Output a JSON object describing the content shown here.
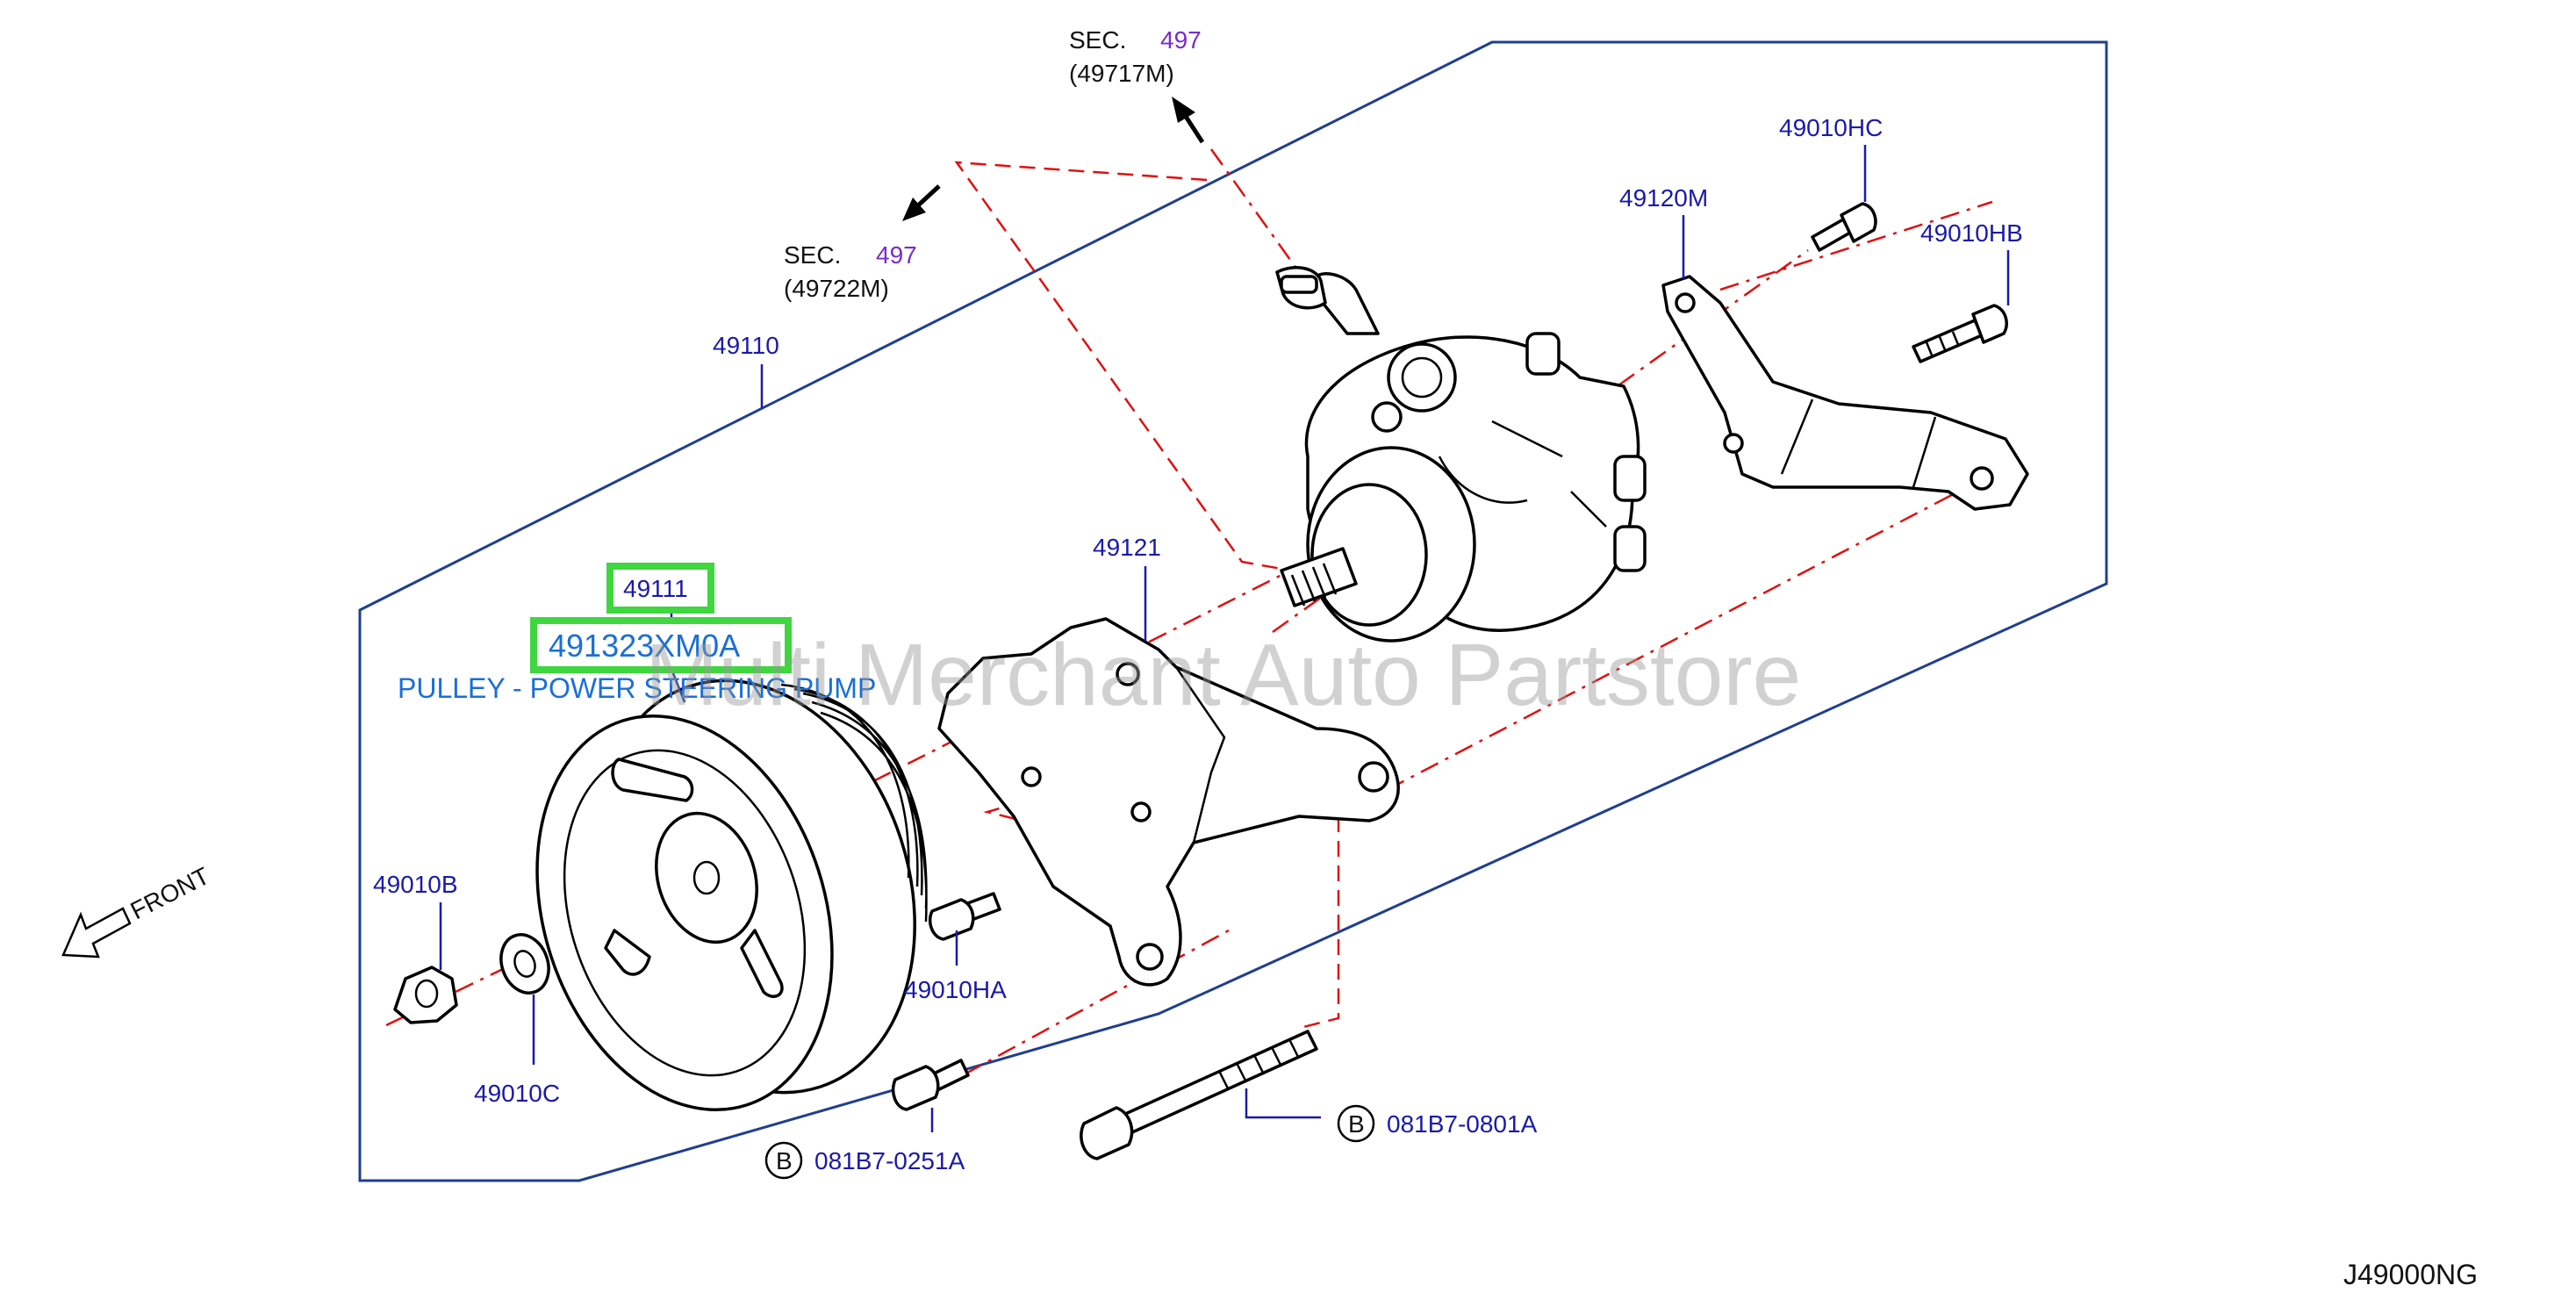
{
  "labels": {
    "sec_top": "SEC.",
    "sec_top_num": "497",
    "sec_top_part": "(49717M)",
    "sec_left": "SEC.",
    "sec_left_num": "497",
    "sec_left_part": "(49722M)",
    "p49110": "49110",
    "p49010hc": "49010HC",
    "p49120m": "49120M",
    "p49010hb": "49010HB",
    "p49121": "49121",
    "p49111": "49111",
    "p491323xm0a": "491323XM0A",
    "pulley_desc": "PULLEY - POWER STEERING PUMP",
    "p49010b": "49010B",
    "p49010c": "49010C",
    "p49010ha": "49010HA",
    "b1_letter": "B",
    "b1_part": "081B7-0251A",
    "b2_letter": "B",
    "b2_part": "081B7-0801A",
    "front": "FRONT",
    "drawing_code": "J49000NG",
    "watermark": "Multi Merchant Auto Partstore"
  },
  "colors": {
    "label_blue": "#1a1aaa",
    "highlight_green": "#3fd63f",
    "highlight_text": "#1a6fd6",
    "frame_blue": "#1f3f8f",
    "dash_red": "#e01010",
    "section_purple": "#7a2bc9"
  }
}
